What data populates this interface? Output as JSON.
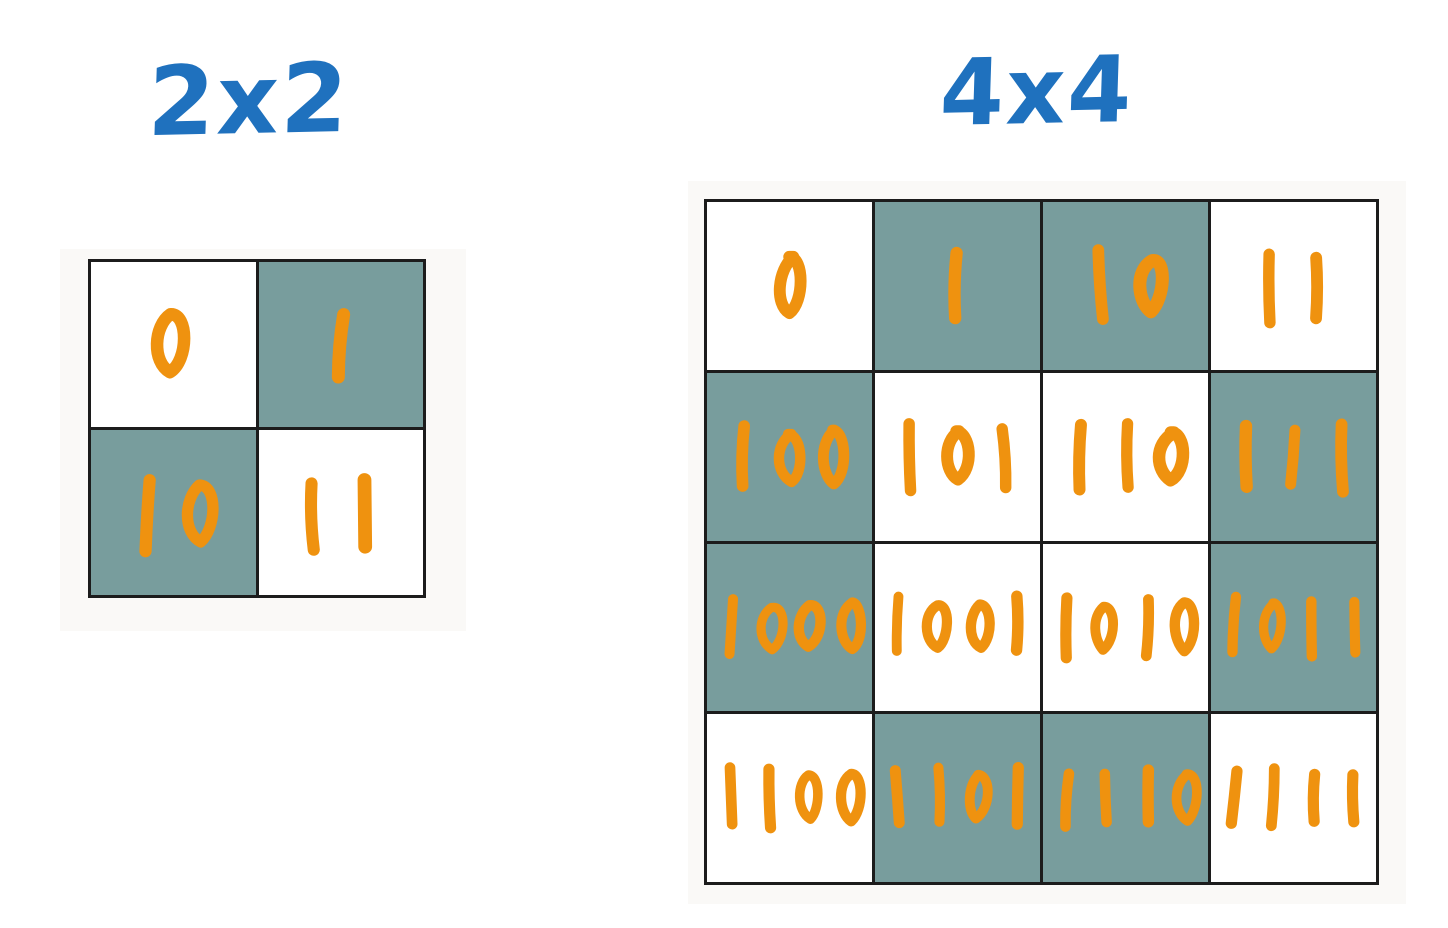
{
  "colors": {
    "marker_orange": "#ef920f",
    "title_blue": "#1f71be",
    "shaded_cell": "#789d9d",
    "light_cell": "#ffffff",
    "grid_line": "#1c1c1c",
    "panel_background": "#faf9f7",
    "page_background": "#ffffff"
  },
  "grids": [
    {
      "title": "2x2",
      "rows": 2,
      "cols": 2,
      "cells": [
        {
          "value": "0",
          "shaded": false
        },
        {
          "value": "1",
          "shaded": true
        },
        {
          "value": "10",
          "shaded": true
        },
        {
          "value": "11",
          "shaded": false
        }
      ]
    },
    {
      "title": "4x4",
      "rows": 4,
      "cols": 4,
      "cells": [
        {
          "value": "0",
          "shaded": false
        },
        {
          "value": "1",
          "shaded": true
        },
        {
          "value": "10",
          "shaded": true
        },
        {
          "value": "11",
          "shaded": false
        },
        {
          "value": "100",
          "shaded": true
        },
        {
          "value": "101",
          "shaded": false
        },
        {
          "value": "110",
          "shaded": false
        },
        {
          "value": "111",
          "shaded": true
        },
        {
          "value": "1000",
          "shaded": true
        },
        {
          "value": "1001",
          "shaded": false
        },
        {
          "value": "1010",
          "shaded": false
        },
        {
          "value": "1011",
          "shaded": true
        },
        {
          "value": "1100",
          "shaded": false
        },
        {
          "value": "1101",
          "shaded": true
        },
        {
          "value": "1110",
          "shaded": true
        },
        {
          "value": "1111",
          "shaded": false
        }
      ]
    }
  ]
}
